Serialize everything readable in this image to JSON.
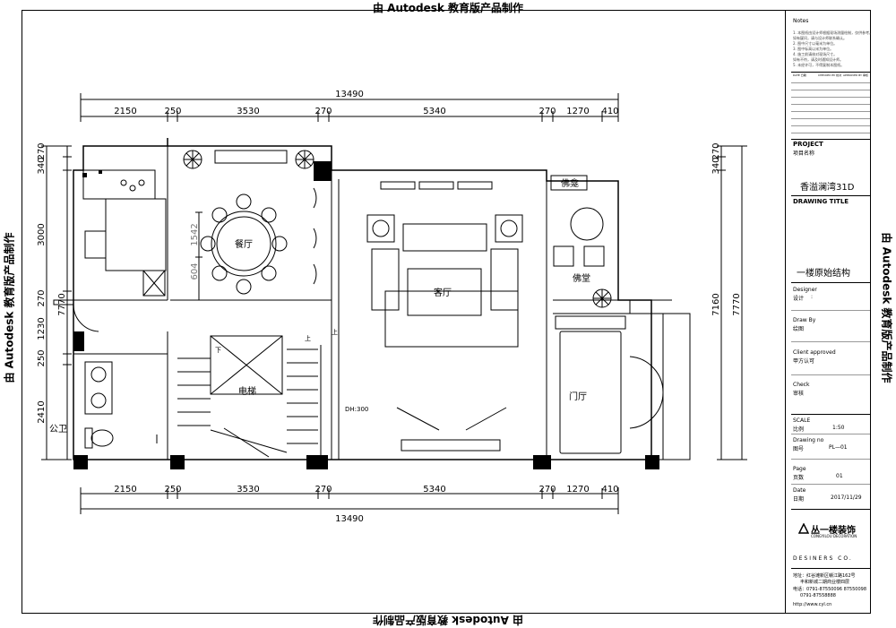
{
  "watermark": "由 Autodesk 教育版产品制作",
  "dimensions": {
    "overall": "13490",
    "top_segments": [
      "2150",
      "250",
      "3530",
      "270",
      "5340",
      "270",
      "1270",
      "410"
    ],
    "bottom_segments": [
      "2150",
      "250",
      "3530",
      "270",
      "5340",
      "270",
      "1270",
      "410"
    ],
    "left": [
      "270",
      "340",
      "3000",
      "7770",
      "270",
      "1230",
      "250",
      "2410"
    ],
    "right": [
      "270",
      "340",
      "7160",
      "7770"
    ],
    "dining_inner": [
      "1542",
      "604"
    ],
    "stair_dh": "DH:300"
  },
  "rooms": {
    "dining": "餐厅",
    "living": "客厅",
    "buddha_niche": "佛龛",
    "buddha_hall": "佛堂",
    "elevator": "电梯",
    "foyer": "门厅",
    "bathroom": "公卫",
    "up1": "上",
    "up2": "上",
    "down": "下"
  },
  "title_block": {
    "notes_title": "Notes",
    "notes_lines": [
      "1. 本图纸由设计师根据现场测量绘制，仅供参考。",
      "   如有疑问，请与设计师联系确认。",
      "2. 图中尺寸以毫米为单位。",
      "3. 图中标高以米为单位。",
      "4. 施工前请核对现场尺寸。",
      "   如有不符，请及时通知设计师。",
      "5. 未经许可，不得复制本图纸。"
    ],
    "rev_headers": [
      "DATE\n日期",
      "CHECKED BY\n校对",
      "APPROVED BY\n审核"
    ],
    "project_label": "PROJECT",
    "project_label_cn": "项目名称",
    "project_name": "香溢澜湾31D",
    "drawing_title_label": "DRAWING TITLE",
    "drawing_title": "一楼原始结构",
    "designer_en": "Designer",
    "designer_cn": "设计",
    "draw_by_en": "Draw By",
    "draw_by_cn": "绘图",
    "client_en": "Client approved",
    "client_cn": "甲方认可",
    "check_en": "Check",
    "check_cn": "审核",
    "scale_en": "SCALE",
    "scale_cn": "比例",
    "scale_val": "1:50",
    "drawing_no_en": "Drawing no",
    "drawing_no_cn": "图号",
    "drawing_no_val": "PL—01",
    "page_en": "Page",
    "page_cn": "页数",
    "page_val": "01",
    "date_en": "Date",
    "date_cn": "日期",
    "date_val": "2017/11/29",
    "company_cn": "丛一楼装饰",
    "company_en": "CONGYILOU DECORATION",
    "designers": "DESINERS  CO.",
    "address1": "地址：红谷滩新区赣江路162号",
    "address2": "丰和新城二期商业楼四层",
    "phone1": "电话：0791-87550096 87550098",
    "phone2": "0791-87558888",
    "website": "http://www.cyl.cn"
  },
  "colors": {
    "line": "#000000",
    "fill": "#000000",
    "paper": "#ffffff"
  }
}
